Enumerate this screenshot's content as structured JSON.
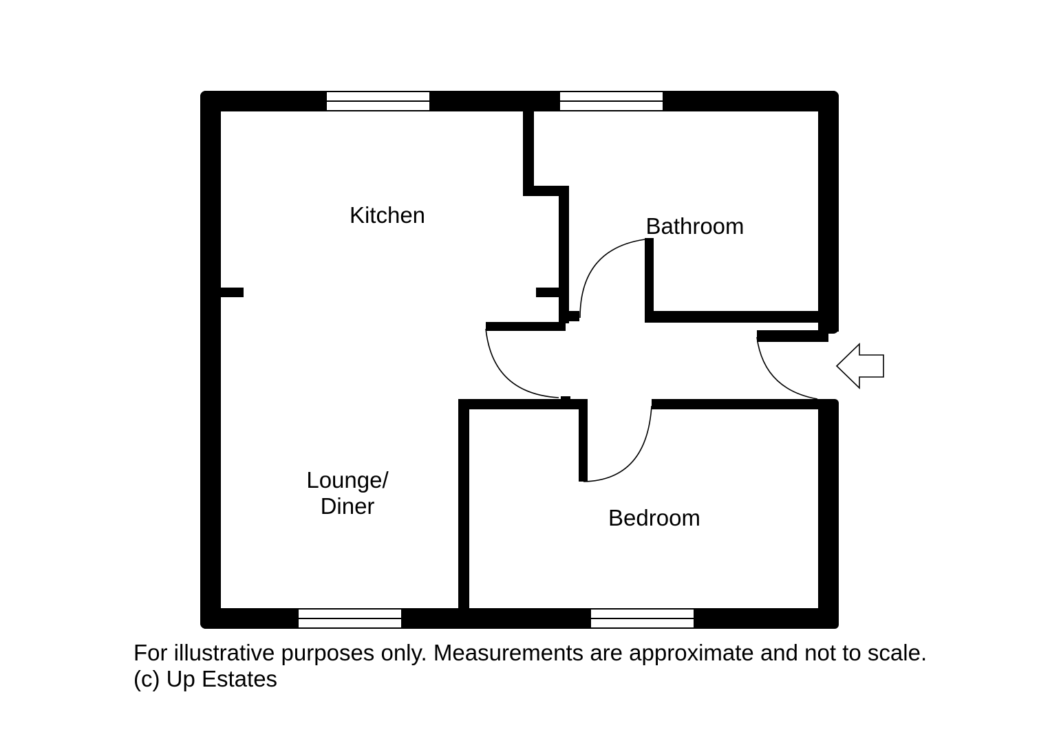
{
  "rooms": {
    "kitchen": "Kitchen",
    "bathroom": "Bathroom",
    "lounge_line1": "Lounge/",
    "lounge_line2": "Diner",
    "bedroom": "Bedroom"
  },
  "disclaimer": {
    "line1": "For illustrative purposes only. Measurements are approximate and not to scale.",
    "line2": "(c) Up Estates"
  },
  "colors": {
    "wall": "#000000",
    "background": "#ffffff"
  },
  "icons": {
    "entrance": "entrance-arrow-icon"
  }
}
